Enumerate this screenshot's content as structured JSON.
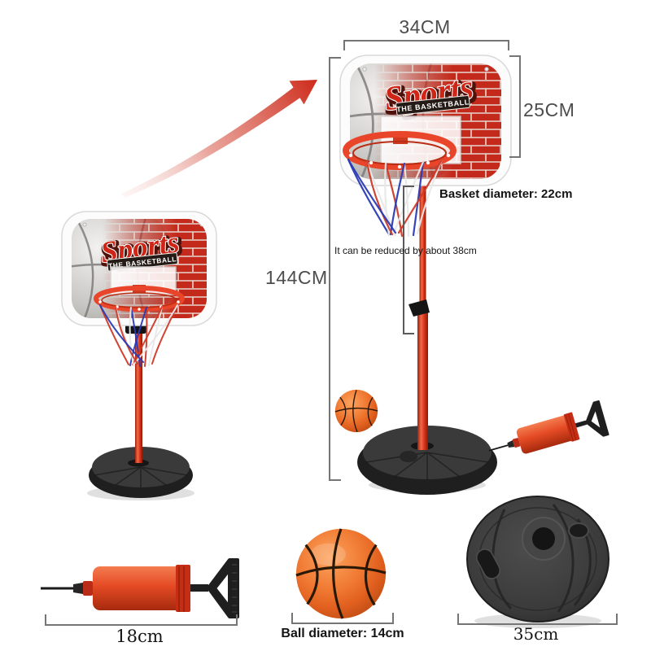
{
  "backboard": {
    "logo": "Sports",
    "tagline": "THE BASKETBALL"
  },
  "measurements": {
    "board_width": "34CM",
    "board_height": "25CM",
    "basket_diameter": "Basket diameter: 22cm",
    "height_adjust_note": "It can be reduced by about 38cm",
    "stand_height": "144CM",
    "pump_length": "18cm",
    "ball_diameter": "Ball diameter: 14cm",
    "base_diameter": "35cm"
  },
  "colors": {
    "pole_red": "#d93a1e",
    "brick_red": "#c32a1b",
    "rim_orange": "#e8452a",
    "ball_orange": "#ee6c2d",
    "net_blue": "#2b3bb5",
    "net_red": "#cf3a28",
    "base_black": "#333333",
    "bracket_gray": "#757575",
    "dim_label_gray": "#4d4d4d",
    "text_black": "#141414"
  },
  "icons": {
    "upgrade_arrow": "curved-red-arrow"
  }
}
